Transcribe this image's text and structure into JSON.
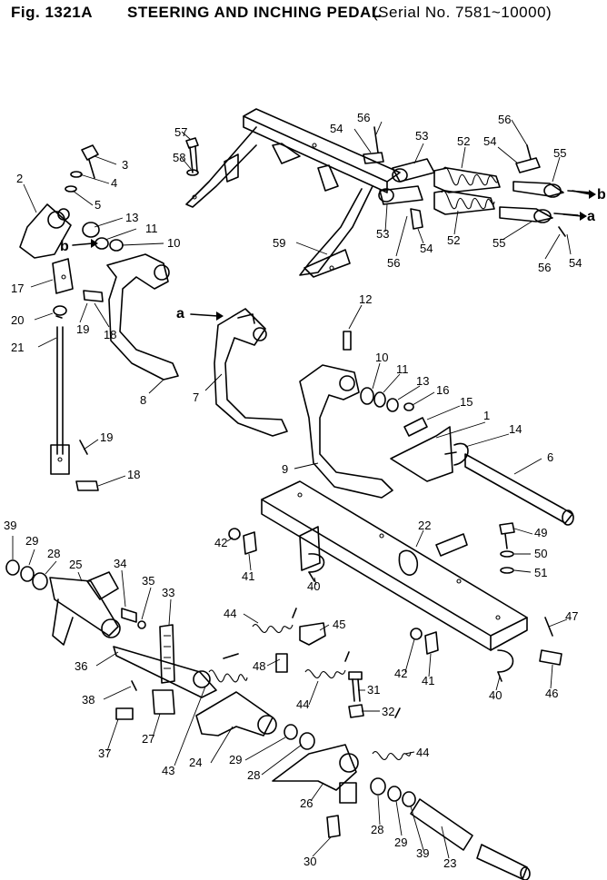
{
  "header": {
    "fig_label": "Fig. 1321A",
    "title": "STEERING AND INCHING PEDAL",
    "serial": "(Serial No. 7581~10000)"
  },
  "callouts": [
    {
      "num": "57"
    },
    {
      "num": "58"
    },
    {
      "num": "56"
    },
    {
      "num": "54"
    },
    {
      "num": "53"
    },
    {
      "num": "52"
    },
    {
      "num": "56"
    },
    {
      "num": "54"
    },
    {
      "num": "55"
    },
    {
      "num": "3"
    },
    {
      "num": "4"
    },
    {
      "num": "5"
    },
    {
      "num": "2"
    },
    {
      "num": "13"
    },
    {
      "num": "11"
    },
    {
      "num": "10"
    },
    {
      "num": "59"
    },
    {
      "num": "53"
    },
    {
      "num": "54"
    },
    {
      "num": "52"
    },
    {
      "num": "56"
    },
    {
      "num": "55"
    },
    {
      "num": "56"
    },
    {
      "num": "54"
    },
    {
      "num": "17"
    },
    {
      "num": "20"
    },
    {
      "num": "19"
    },
    {
      "num": "18"
    },
    {
      "num": "21"
    },
    {
      "num": "12"
    },
    {
      "num": "8"
    },
    {
      "num": "10"
    },
    {
      "num": "11"
    },
    {
      "num": "13"
    },
    {
      "num": "16"
    },
    {
      "num": "15"
    },
    {
      "num": "1"
    },
    {
      "num": "14"
    },
    {
      "num": "7"
    },
    {
      "num": "6"
    },
    {
      "num": "19"
    },
    {
      "num": "9"
    },
    {
      "num": "18"
    },
    {
      "num": "22"
    },
    {
      "num": "49"
    },
    {
      "num": "50"
    },
    {
      "num": "51"
    },
    {
      "num": "39"
    },
    {
      "num": "29"
    },
    {
      "num": "28"
    },
    {
      "num": "25"
    },
    {
      "num": "34"
    },
    {
      "num": "35"
    },
    {
      "num": "33"
    },
    {
      "num": "42"
    },
    {
      "num": "41"
    },
    {
      "num": "40"
    },
    {
      "num": "44"
    },
    {
      "num": "45"
    },
    {
      "num": "47"
    },
    {
      "num": "36"
    },
    {
      "num": "48"
    },
    {
      "num": "42"
    },
    {
      "num": "41"
    },
    {
      "num": "38"
    },
    {
      "num": "31"
    },
    {
      "num": "44"
    },
    {
      "num": "40"
    },
    {
      "num": "46"
    },
    {
      "num": "32"
    },
    {
      "num": "37"
    },
    {
      "num": "27"
    },
    {
      "num": "43"
    },
    {
      "num": "24"
    },
    {
      "num": "44"
    },
    {
      "num": "29"
    },
    {
      "num": "28"
    },
    {
      "num": "26"
    },
    {
      "num": "28"
    },
    {
      "num": "29"
    },
    {
      "num": "39"
    },
    {
      "num": "23"
    },
    {
      "num": "30"
    }
  ],
  "arrow_labels": [
    {
      "text": "b"
    },
    {
      "text": "a"
    },
    {
      "text": "b"
    },
    {
      "text": "a"
    }
  ]
}
